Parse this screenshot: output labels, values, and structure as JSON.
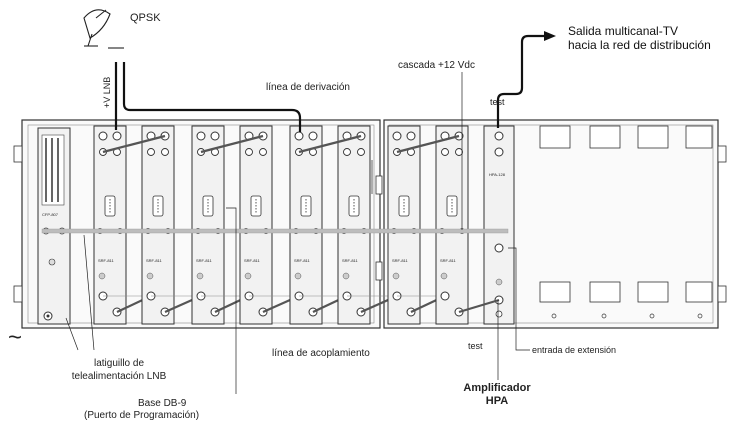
{
  "labels": {
    "qpsk": "QPSK",
    "vlnb": "+V LNB",
    "salida_line1": "Salida multicanal-TV",
    "salida_line2": "hacia la red de distribución",
    "cascada": "cascada +12 Vdc",
    "derivacion": "línea de derivación",
    "test_top": "test",
    "test_bottom": "test",
    "acoplamiento": "línea de acoplamiento",
    "extension": "entrada de extensión",
    "latiguillo_line1": "latiguillo de",
    "latiguillo_line2": "telealimentación LNB",
    "base_line1": "Base DB-9",
    "base_line2": "(Puerto de Programación)",
    "amp_line1": "Amplificador",
    "amp_line2": "HPA",
    "tilde": "~"
  },
  "modules": {
    "power_supply": "CFP-807",
    "srf": [
      "SRF-811",
      "SRF-811",
      "SRF-811",
      "SRF-811",
      "SRF-811",
      "SRF-811",
      "SRF-811",
      "SRF-811"
    ],
    "amplifier": "HPA-128"
  },
  "colors": {
    "line": "#111111",
    "bus": "#bdbdbd",
    "frame": "#333333",
    "card": "#f2f2f2"
  }
}
